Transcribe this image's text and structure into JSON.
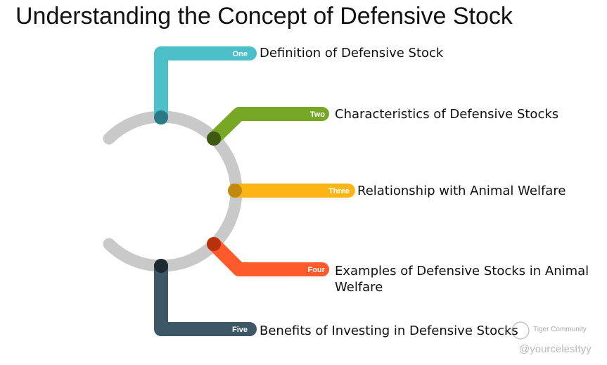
{
  "title": "Understanding the Concept of Defensive Stock",
  "items": [
    {
      "badge": "One",
      "text": "Definition of Defensive Stock",
      "color": "#4DBFC9"
    },
    {
      "badge": "Two",
      "text": "Characteristics of Defensive Stocks",
      "color": "#76A826"
    },
    {
      "badge": "Three",
      "text": "Relationship with Animal Welfare",
      "color": "#FDB515"
    },
    {
      "badge": "Four",
      "text": "Examples of Defensive Stocks in Animal Welfare",
      "color": "#FF5A2B"
    },
    {
      "badge": "Five",
      "text": "Benefits of Investing in Defensive Stocks",
      "color": "#3E5766"
    }
  ],
  "watermark": {
    "brand": "Tiger Community",
    "handle": "@yourcelesttyy"
  }
}
